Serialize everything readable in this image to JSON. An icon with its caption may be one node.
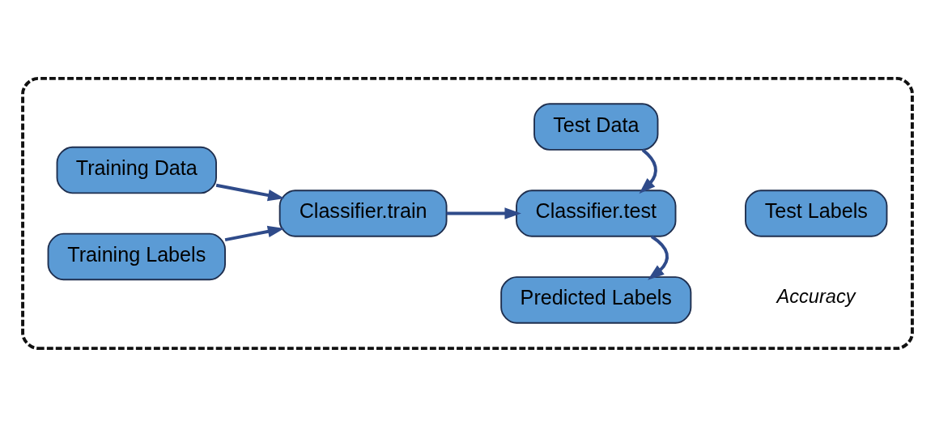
{
  "diagram": {
    "nodes": [
      {
        "text": [],
        "shape": "box"
      },
      {
        "text": [
          "Training Data"
        ],
        "in": 0
      },
      {
        "text": [
          "Training Labels"
        ],
        "in": 0
      },
      {
        "text": [
          "Classifier.train"
        ],
        "in": 0
      },
      {
        "text": [
          "Test Data"
        ],
        "in": 0
      },
      {
        "text": [
          "Classifier.test"
        ],
        "in": 0
      },
      {
        "text": [
          "Predicted Labels"
        ],
        "in": 0
      },
      {
        "text": [
          "Test Labels"
        ],
        "in": 0
      }
    ],
    "edges": [
      {
        "from": 1,
        "to": 3,
        "arrow": "to"
      },
      {
        "from": 2,
        "to": 3,
        "arrow": "to"
      },
      {
        "from": 3,
        "to": 5,
        "arrow": "to"
      },
      {
        "from": 4,
        "to": 5,
        "arrow": "to"
      },
      {
        "from": 5,
        "to": 6,
        "arrow": "to"
      }
    ],
    "labels": [
      "Accuracy"
    ]
  }
}
